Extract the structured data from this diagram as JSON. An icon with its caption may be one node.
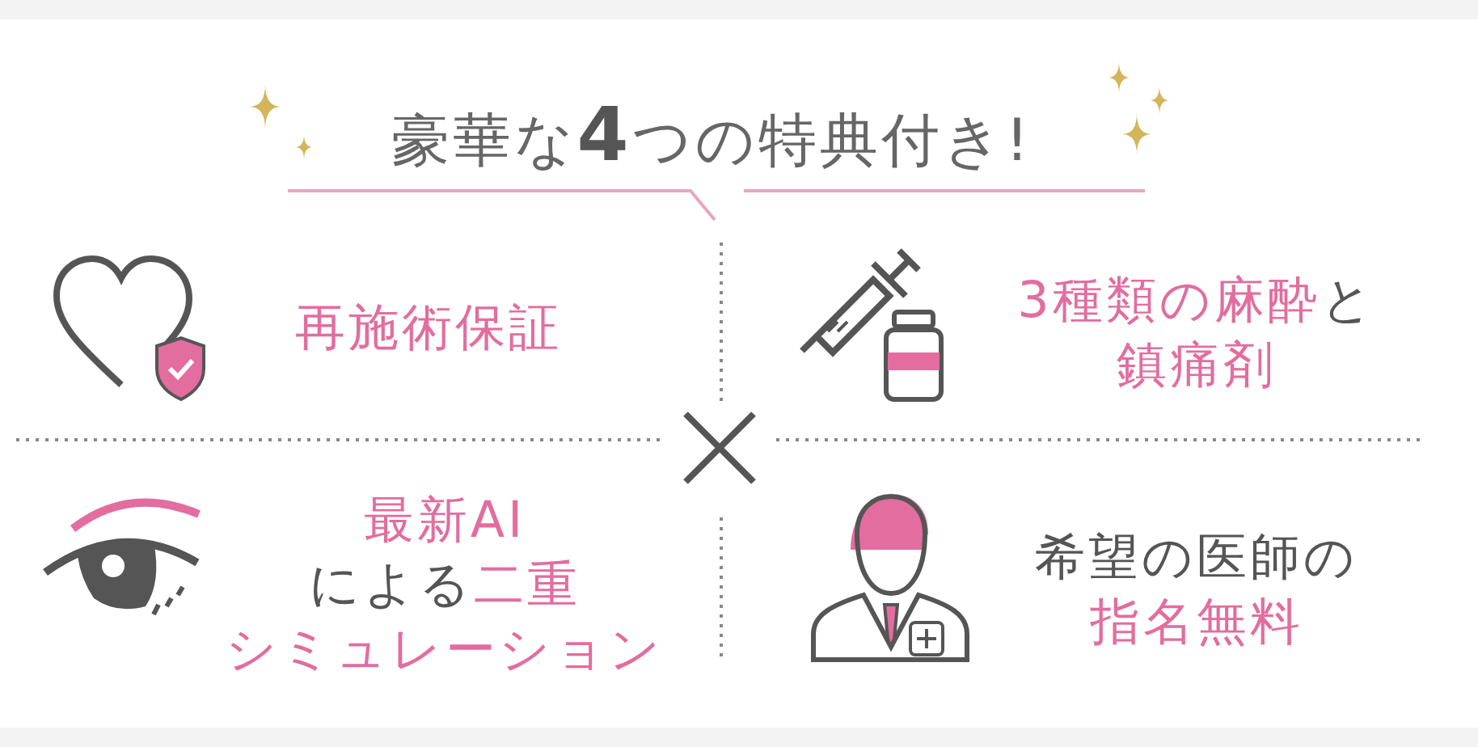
{
  "diagram": {
    "title": "豪華な**4**つの特典付き!",
    "nodes": [
      {
        "text": [
          "再施術保証"
        ]
      },
      {
        "text": [
          "3種類の麻酔",
          "と",
          "鎮痛剤"
        ]
      },
      {
        "text": [
          "最新AI",
          "による",
          "二重",
          "シミュレーション"
        ]
      },
      {
        "text": [
          "希望の医師の",
          "指名無料"
        ]
      }
    ]
  }
}
